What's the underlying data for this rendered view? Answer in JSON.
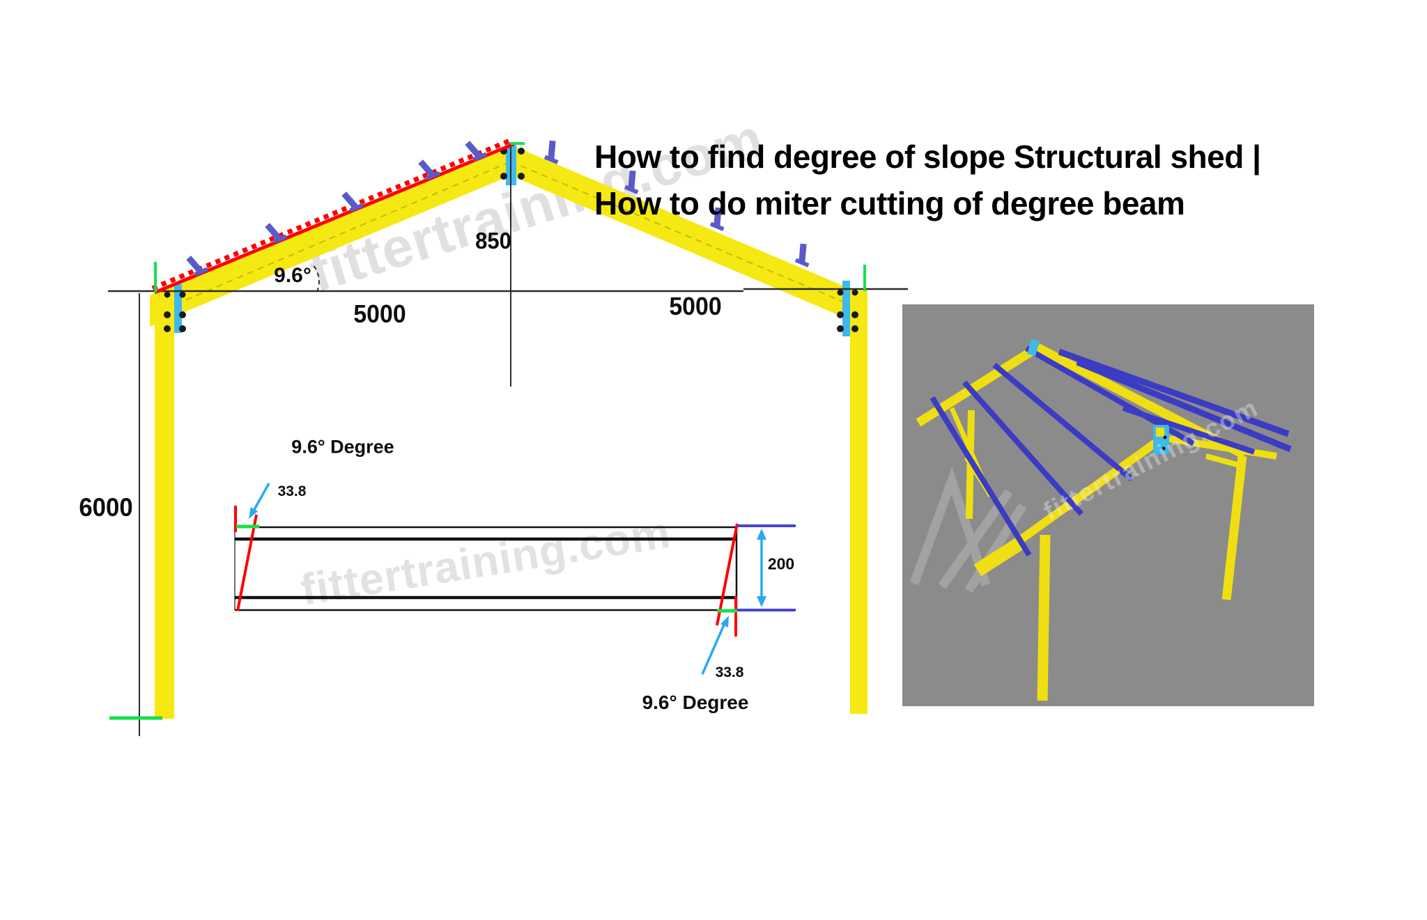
{
  "title": {
    "line1": "How to find degree of slope Structural shed |",
    "line2": "How to do miter cutting of degree beam"
  },
  "watermark": {
    "text": "fittertraining.com"
  },
  "elevation": {
    "labels": {
      "column_height": "6000",
      "ridge_rise": "850",
      "span_left": "5000",
      "span_right": "5000",
      "slope_angle": "9.6°"
    }
  },
  "beam_detail": {
    "labels": {
      "angle_top": "9.6° Degree",
      "angle_bottom": "9.6° Degree",
      "miter_offset_top": "33.8",
      "miter_offset_bottom": "33.8",
      "beam_depth": "200"
    }
  },
  "colors": {
    "beam_yellow": "#F6E913",
    "hatch_red": "#FE0000",
    "purlin_blue": "#5A5AC8",
    "plate_cyan": "#3EB9EC",
    "marker_green": "#18DF4E",
    "panel_gray": "#8B8B8B",
    "render_yellow": "#EFDF12",
    "render_blue": "#3B3BC4",
    "arrow_cyan": "#29A9F2",
    "dim_indigo": "#4A42D8",
    "line_dark": "#2B2B2B"
  }
}
